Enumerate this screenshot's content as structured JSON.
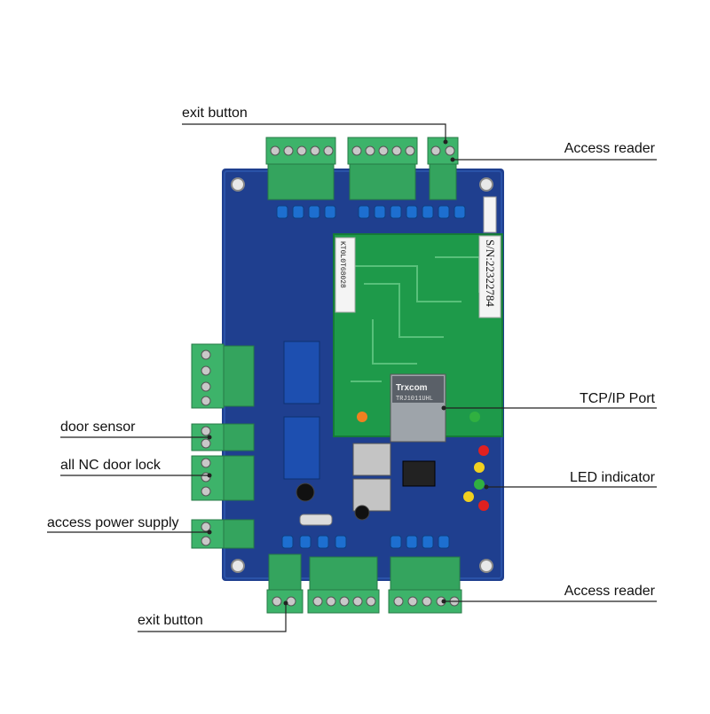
{
  "labels": {
    "exit_button_top": "exit button",
    "access_reader_top": "Access reader",
    "tcpip_port": "TCP/IP Port",
    "led_indicator": "LED indicator",
    "door_sensor": "door sensor",
    "nc_door_lock": "all NC door lock",
    "access_power_supply": "access power supply",
    "access_reader_bottom": "Access reader",
    "exit_button_bottom": "exit button"
  },
  "board": {
    "serial_label": "S/N:22322784",
    "side_label": "KT0L0T68028",
    "ethernet_brand": "Trxcom",
    "ethernet_model": "TRJ1011UHL"
  },
  "colors": {
    "board_blue": "#1f3f8f",
    "module_green": "#1e9a4a",
    "terminal_green": "#3db36a",
    "relay_blue": "#1d4fb0",
    "led_red": "#e02020",
    "led_yellow": "#f0d020",
    "led_green": "#30b040",
    "led_orange": "#f08020",
    "label_line": "#222222"
  }
}
